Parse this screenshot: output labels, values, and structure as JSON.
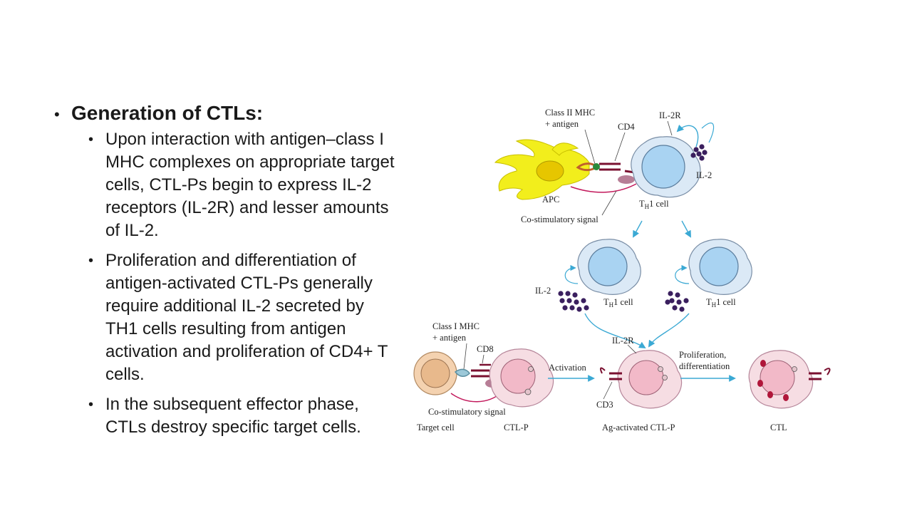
{
  "slide": {
    "heading": "Generation of CTLs:",
    "bullets": [
      "Upon interaction with antigen–class I MHC complexes on appropriate target cells, CTL-Ps begin to express IL-2 receptors (IL-2R) and lesser amounts of IL-2.",
      "Proliferation and differentiation of antigen-activated CTL-Ps generally require additional IL-2 secreted by TH1 cells resulting from antigen activation and proliferation of CD4+ T cells.",
      "In the subsequent effector phase, CTLs destroy specific target cells."
    ]
  },
  "diagram": {
    "labels": {
      "class_ii_mhc_line1": "Class II MHC",
      "class_ii_mhc_line2": "+ antigen",
      "cd4": "CD4",
      "il2r_top": "IL-2R",
      "il2_top": "IL-2",
      "apc": "APC",
      "th_prefix": "T",
      "th_sub": "H",
      "th_suffix": "1 cell",
      "co_stim_top": "Co-stimulatory signal",
      "il2_mid": "IL-2",
      "class_i_mhc_line1": "Class I MHC",
      "class_i_mhc_line2": "+ antigen",
      "cd8": "CD8",
      "il2r_bottom": "IL-2R",
      "activation": "Activation",
      "proliferation_line1": "Proliferation,",
      "proliferation_line2": "differentiation",
      "cd3": "CD3",
      "co_stim_bottom": "Co-stimulatory signal",
      "target_cell": "Target cell",
      "ctl_p": "CTL-P",
      "ag_activated": "Ag-activated CTL-P",
      "ctl": "CTL"
    },
    "colors": {
      "apc_yellow": "#f2ee1c",
      "th_cell_fill": "#dbe9f6",
      "th_nucleus": "#a9d3f2",
      "ctl_cell_fill": "#f6dde3",
      "ctl_nucleus": "#f2b9c8",
      "target_cell_fill": "#f4d2b0",
      "target_nucleus": "#e8b98c",
      "arrow_blue": "#3ba9d4",
      "il2_dots": "#3a1f5e",
      "receptor_maroon": "#7a1030",
      "co_stim_magenta": "#c2185b",
      "granule_red": "#b0163a"
    }
  }
}
